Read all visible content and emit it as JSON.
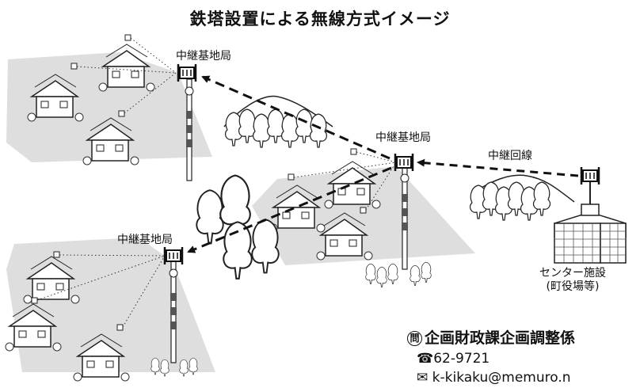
{
  "title": "鉄塔設置による無線方式イメージ",
  "labels": {
    "relay_top": "中継基地局",
    "relay_middle": "中継基地局",
    "relay_bottom": "中継基地局",
    "relay_line": "中継回線",
    "center_name": "センター施設",
    "center_sub": "(町役場等)"
  },
  "contact": {
    "dept_mark": "問",
    "dept": "企画財政課企画調整係",
    "phone_icon": "phone-icon",
    "phone": "62-9721",
    "mail_icon": "envelope-icon",
    "email": "k-kikaku@memuro.n"
  },
  "colors": {
    "coverage": "#dedede",
    "link": "#111111"
  }
}
